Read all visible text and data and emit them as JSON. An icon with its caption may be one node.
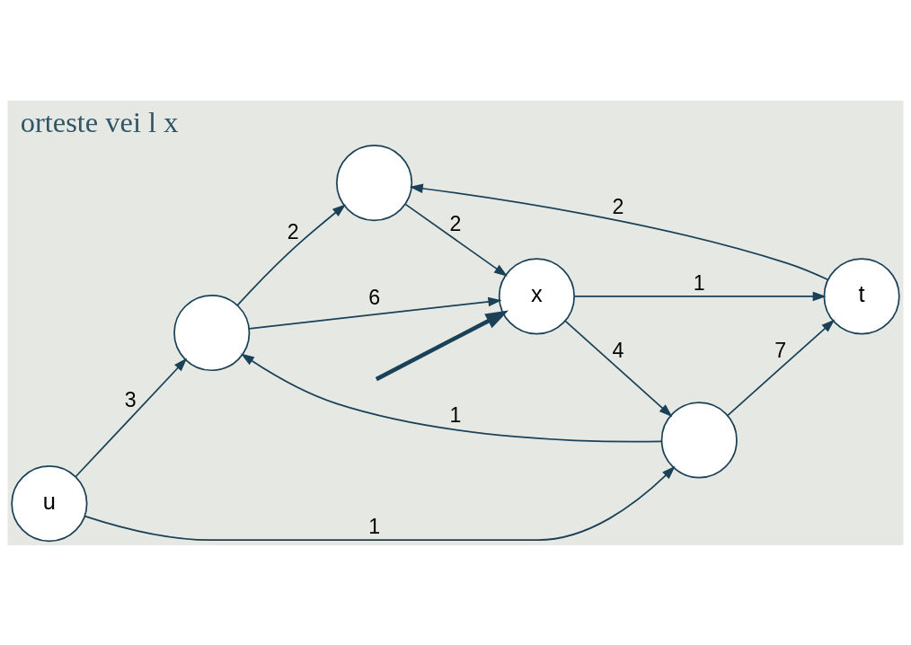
{
  "diagram": {
    "title": "orteste vei l x",
    "nodes": [
      {
        "text": [
          "u"
        ]
      },
      {
        "text": [],
        "shape": "circle"
      },
      {
        "text": [],
        "shape": "circle"
      },
      {
        "text": [
          "x"
        ]
      },
      {
        "text": [],
        "shape": "circle"
      },
      {
        "text": [
          "t"
        ]
      }
    ],
    "edges": [
      {
        "from": 0,
        "to": 1,
        "arrow": "to",
        "label": "3"
      },
      {
        "from": 0,
        "to": 4,
        "arrow": "to",
        "label": "1"
      },
      {
        "from": 1,
        "to": 2,
        "arrow": "to",
        "label": "2"
      },
      {
        "from": 1,
        "to": 3,
        "arrow": "to",
        "label": "6"
      },
      {
        "from": 2,
        "to": 3,
        "arrow": "to",
        "label": "2"
      },
      {
        "from": 3,
        "to": 4,
        "arrow": "to",
        "label": "4"
      },
      {
        "from": 3,
        "to": 5,
        "arrow": "to",
        "label": "1"
      },
      {
        "from": 4,
        "to": 1,
        "arrow": "to",
        "label": "1"
      },
      {
        "from": 4,
        "to": 5,
        "arrow": "to",
        "label": "7"
      },
      {
        "from": 5,
        "to": 2,
        "arrow": "to",
        "label": "2"
      },
      {
        "from": null,
        "to": 3,
        "arrow": "to",
        "style": "thick"
      }
    ]
  }
}
